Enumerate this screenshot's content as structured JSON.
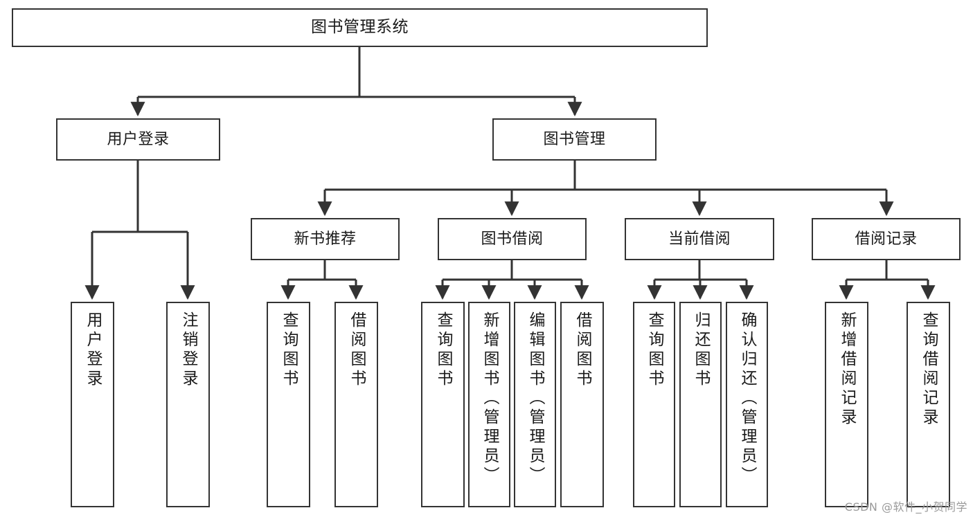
{
  "diagram": {
    "title": "图书管理系统",
    "type": "tree",
    "watermark": "CSDN @软件_小贺同学",
    "colors": {
      "box_border": "#333333",
      "box_fill": "#ffffff",
      "edge": "#333333",
      "text": "#1a1a1a",
      "watermark": "#9a9a9a"
    },
    "levels": {
      "root": "图书管理系统",
      "level2": [
        "用户登录",
        "图书管理"
      ],
      "level3": [
        "新书推荐",
        "图书借阅",
        "当前借阅",
        "借阅记录"
      ],
      "level4_groups": [
        {
          "parent": "用户登录",
          "children": [
            "用户登录",
            "注销登录"
          ]
        },
        {
          "parent": "新书推荐",
          "children": [
            "查询图书",
            "借阅图书"
          ]
        },
        {
          "parent": "图书借阅",
          "children": [
            "查询图书",
            "新增图书（管理员）",
            "编辑图书（管理员）",
            "借阅图书"
          ]
        },
        {
          "parent": "当前借阅",
          "children": [
            "查询图书",
            "归还图书",
            "确认归还（管理员）"
          ]
        },
        {
          "parent": "借阅记录",
          "children": [
            "新增借阅记录",
            "查询借阅记录"
          ]
        }
      ]
    },
    "nodes": {
      "root": {
        "label": "图书管理系统"
      },
      "user_login": {
        "label": "用户登录"
      },
      "book_manage": {
        "label": "图书管理"
      },
      "new_book_rec": {
        "label": "新书推荐"
      },
      "book_borrow": {
        "label": "图书借阅"
      },
      "current_borrow": {
        "label": "当前借阅"
      },
      "borrow_record": {
        "label": "借阅记录"
      },
      "leaf_user_login": {
        "label": "用户登录"
      },
      "leaf_logout": {
        "label": "注销登录"
      },
      "leaf_query_book_a": {
        "label": "查询图书"
      },
      "leaf_borrow_book_a": {
        "label": "借阅图书"
      },
      "leaf_query_book_b": {
        "label": "查询图书"
      },
      "leaf_add_book": {
        "label": "新增图书（管理员）"
      },
      "leaf_edit_book": {
        "label": "编辑图书（管理员）"
      },
      "leaf_borrow_book_b": {
        "label": "借阅图书"
      },
      "leaf_query_book_c": {
        "label": "查询图书"
      },
      "leaf_return_book": {
        "label": "归还图书"
      },
      "leaf_confirm_return": {
        "label": "确认归还（管理员）"
      },
      "leaf_add_record": {
        "label": "新增借阅记录"
      },
      "leaf_query_record": {
        "label": "查询借阅记录"
      }
    }
  }
}
